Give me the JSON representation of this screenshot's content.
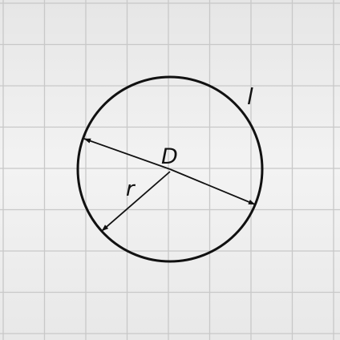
{
  "diagram": {
    "labels": {
      "center": "D",
      "radius": "r",
      "circumference": "l"
    },
    "colors": {
      "background": "#ececec",
      "grid_line": "#c8c8c8",
      "stroke": "#111111"
    }
  }
}
